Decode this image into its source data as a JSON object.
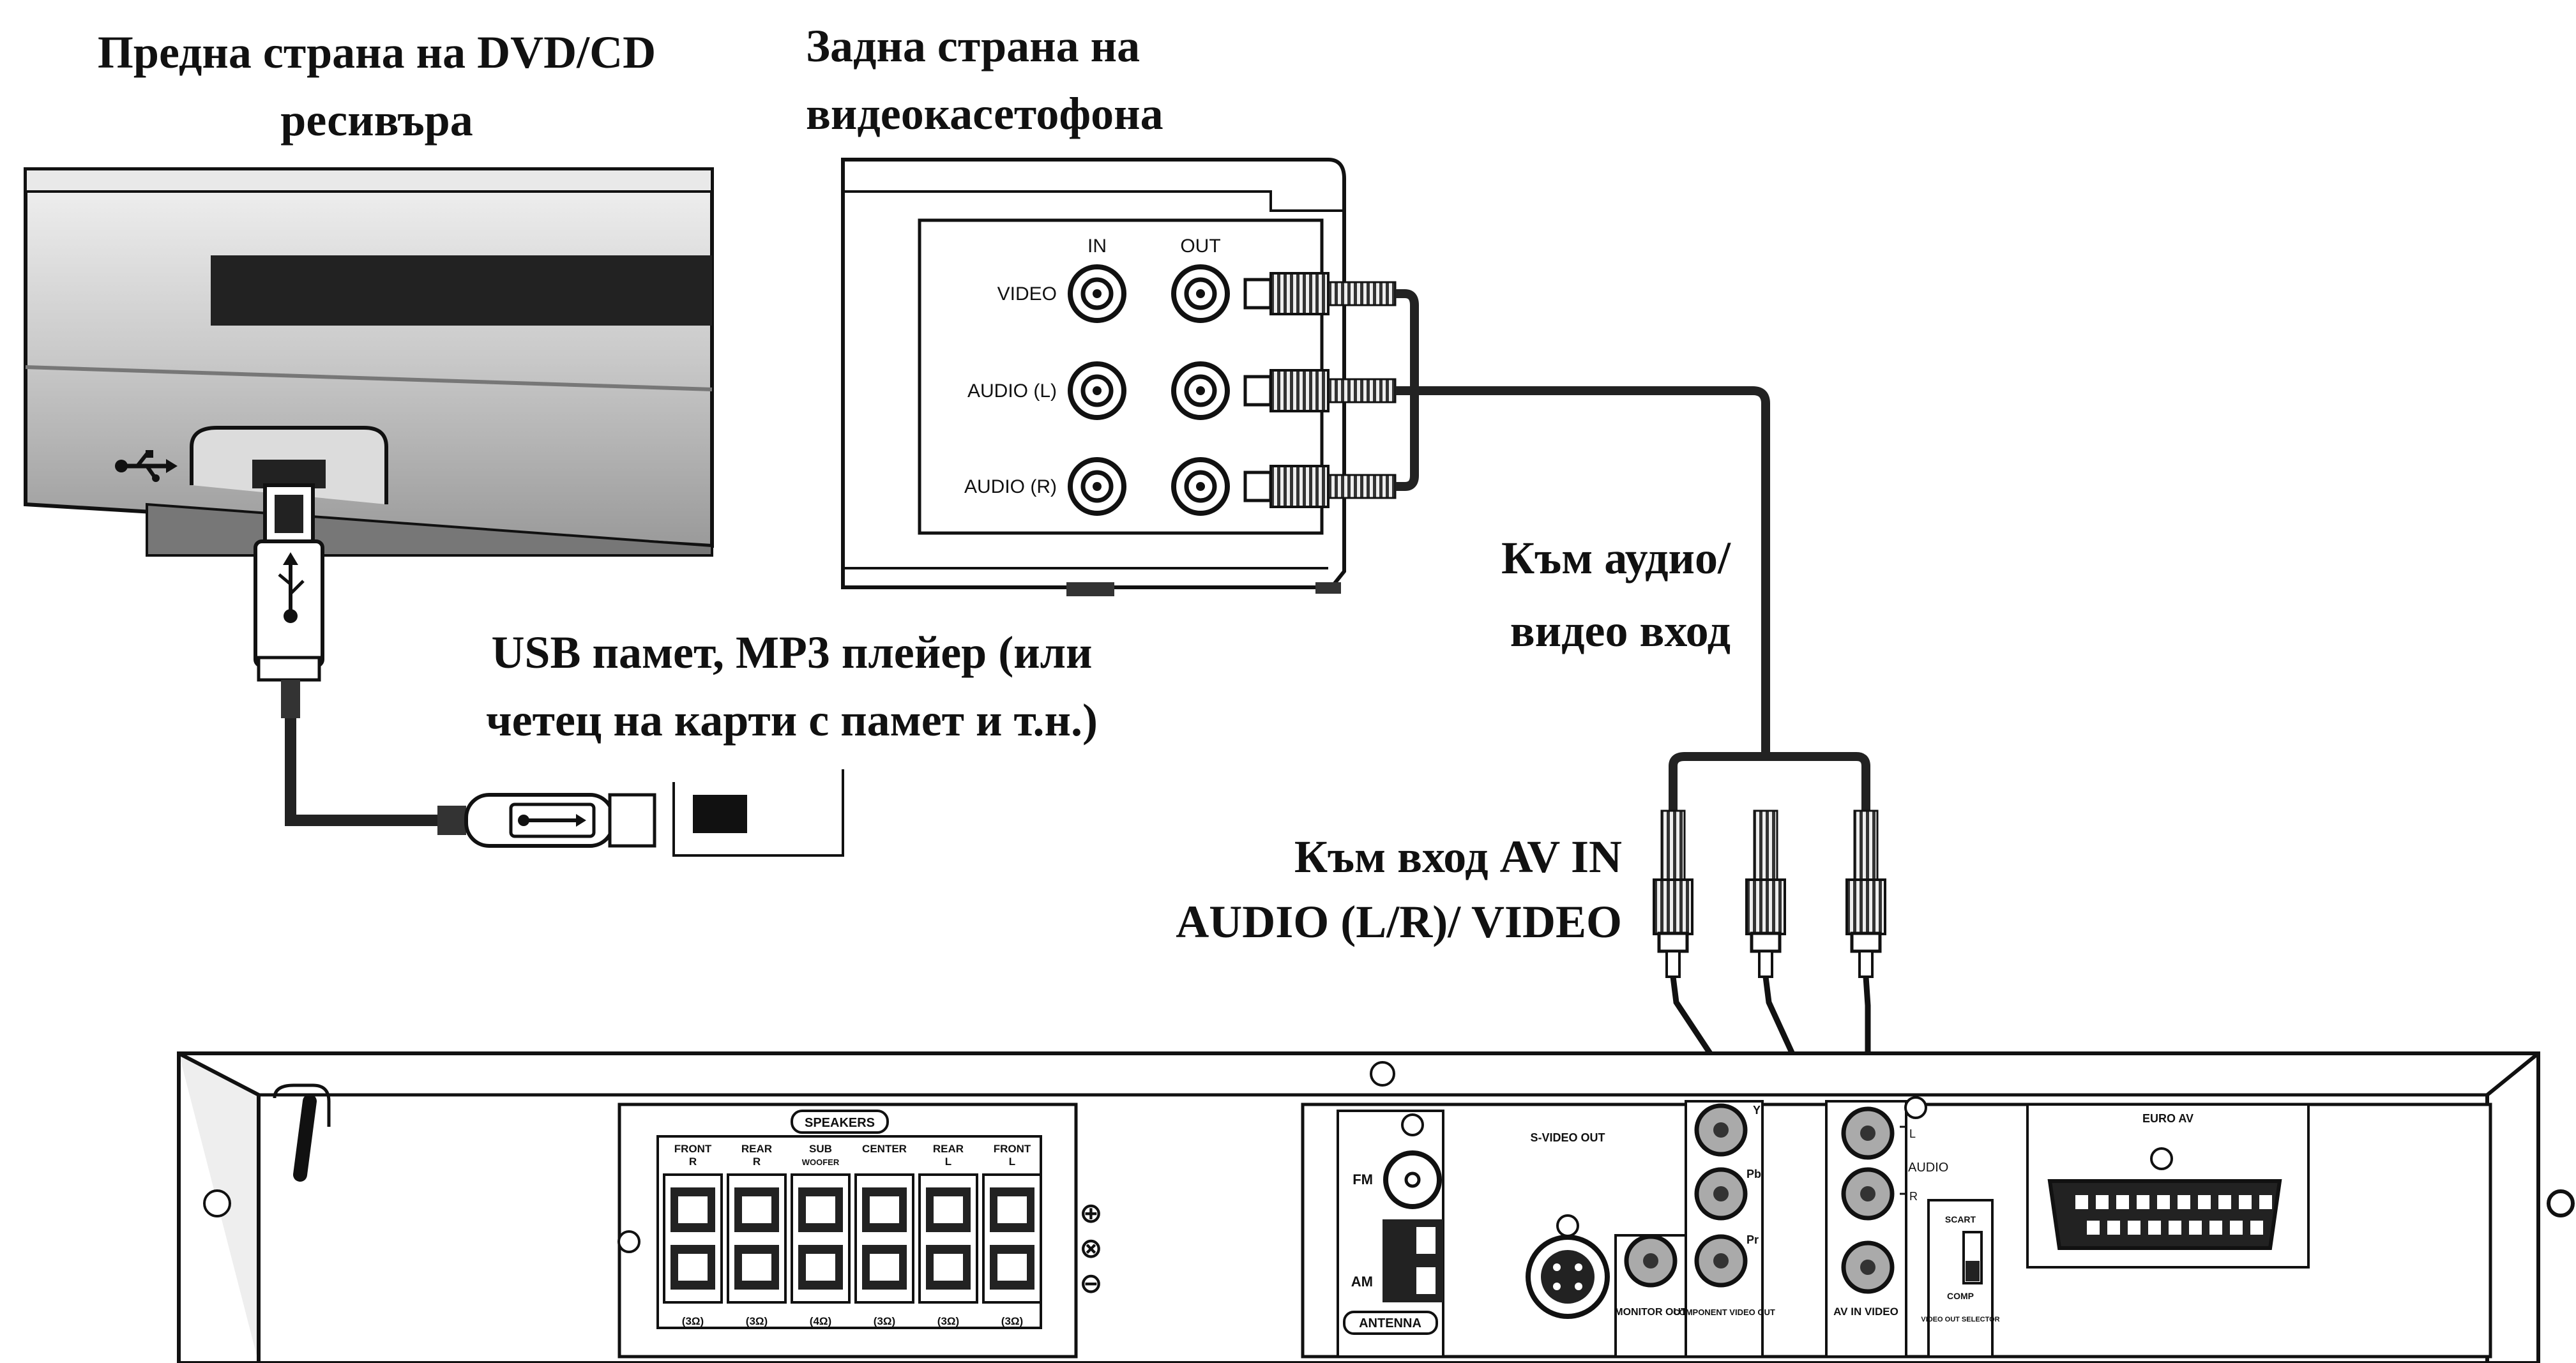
{
  "labels": {
    "dvd_front_line1": "Предна страна на DVD/CD",
    "dvd_front_line2": "ресивъра",
    "vcr_back_line1": "Задна страна на",
    "vcr_back_line2": "видеокасетофона",
    "audio_video_in_line1": "Към аудио/",
    "audio_video_in_line2": "видео вход",
    "usb_line1": "USB памет, MP3 плейер (или",
    "usb_line2": "четец на карти с памет и т.н.)",
    "av_in_line1": "Към вход AV IN",
    "av_in_line2": "AUDIO (L/R)/ VIDEO"
  },
  "vcr_panel": {
    "in": "IN",
    "out": "OUT",
    "video": "VIDEO",
    "audio_l": "AUDIO (L)",
    "audio_r": "AUDIO (R)"
  },
  "receiver_panel": {
    "speakers": "SPEAKERS",
    "front_r": "FRONT R",
    "rear_r": "REAR R",
    "sub_woofer": "SUB WOOFER",
    "center": "CENTER",
    "rear_l": "REAR L",
    "front_l": "FRONT L",
    "imp_1": "(3Ω)",
    "imp_2": "(3Ω)",
    "imp_3": "(4Ω)",
    "imp_4": "(3Ω)",
    "imp_5": "(3Ω)",
    "imp_6": "(3Ω)",
    "fm": "FM",
    "am": "AM",
    "antenna": "ANTENNA",
    "s_video_out": "S-VIDEO OUT",
    "monitor_out": "MONITOR OUT",
    "component_video_out": "COMPONENT VIDEO OUT",
    "y": "Y",
    "pb": "Pb",
    "pr": "Pr",
    "audio": "AUDIO",
    "l": "L",
    "r": "R",
    "av_in_video": "AV IN VIDEO",
    "scart": "SCART",
    "comp": "COMP",
    "video_out_selector": "VIDEO OUT SELECTOR",
    "euro_av": "EURO AV"
  },
  "colors": {
    "ink": "#111111",
    "device_gray": "#c8c8c8",
    "panel_gray": "#e6e6e6",
    "cable": "#222222"
  }
}
